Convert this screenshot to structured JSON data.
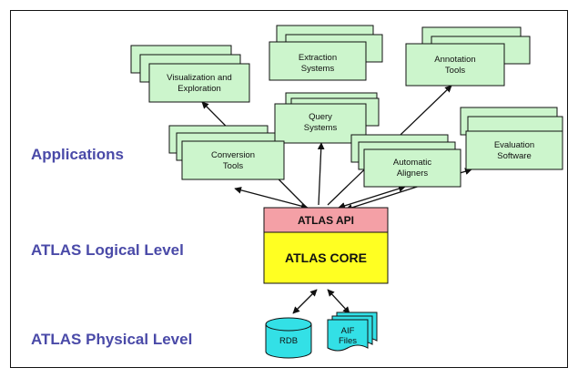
{
  "levels": {
    "applications": "Applications",
    "logical": "ATLAS Logical Level",
    "physical": "ATLAS Physical Level"
  },
  "apps": {
    "visualization": [
      "Visualization and",
      "Exploration"
    ],
    "extraction": [
      "Extraction",
      "Systems"
    ],
    "annotation": [
      "Annotation",
      "Tools"
    ],
    "query": [
      "Query",
      "Systems"
    ],
    "conversion": [
      "Conversion",
      "Tools"
    ],
    "aligners": [
      "Automatic",
      "Aligners"
    ],
    "evaluation": [
      "Evaluation",
      "Software"
    ]
  },
  "core": {
    "api": "ATLAS API",
    "core": "ATLAS CORE"
  },
  "storage": {
    "rdb": "RDB",
    "aif": [
      "AIF",
      "Files"
    ]
  },
  "colors": {
    "app_fill": "#ccf5cc",
    "api_fill": "#f4a0a6",
    "core_fill": "#ffff22",
    "storage_fill": "#33e0e6",
    "label": "#4a4aa8"
  }
}
